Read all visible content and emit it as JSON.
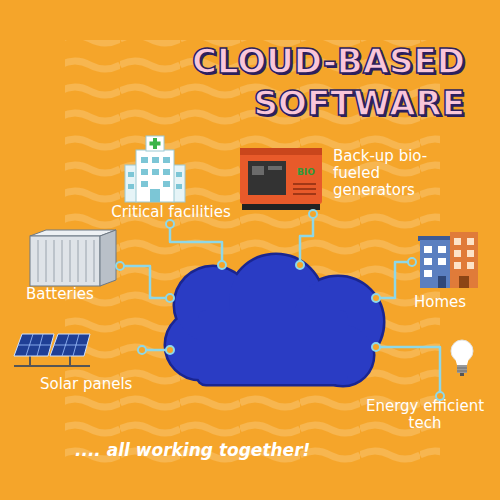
{
  "diagram": {
    "caption": ".... all working together!",
    "nodes": [
      {
        "text": [
          "CLOUD-BASED SOFTWARE"
        ]
      },
      {
        "text": [
          "Critical facilities"
        ]
      },
      {
        "text": [
          "Back-up bio-fueled generators"
        ]
      },
      {
        "text": [
          "Batteries"
        ]
      },
      {
        "text": [
          "Homes"
        ]
      },
      {
        "text": [
          "Solar panels"
        ]
      },
      {
        "text": [
          "Energy efficient tech"
        ]
      }
    ],
    "edges": [
      {
        "from": 1,
        "to": 0,
        "arrow": "none"
      },
      {
        "from": 2,
        "to": 0,
        "arrow": "none"
      },
      {
        "from": 3,
        "to": 0,
        "arrow": "none"
      },
      {
        "from": 4,
        "to": 0,
        "arrow": "none"
      },
      {
        "from": 5,
        "to": 0,
        "arrow": "none"
      },
      {
        "from": 6,
        "to": 0,
        "arrow": "none"
      }
    ],
    "labels": [
      "BIO"
    ]
  }
}
